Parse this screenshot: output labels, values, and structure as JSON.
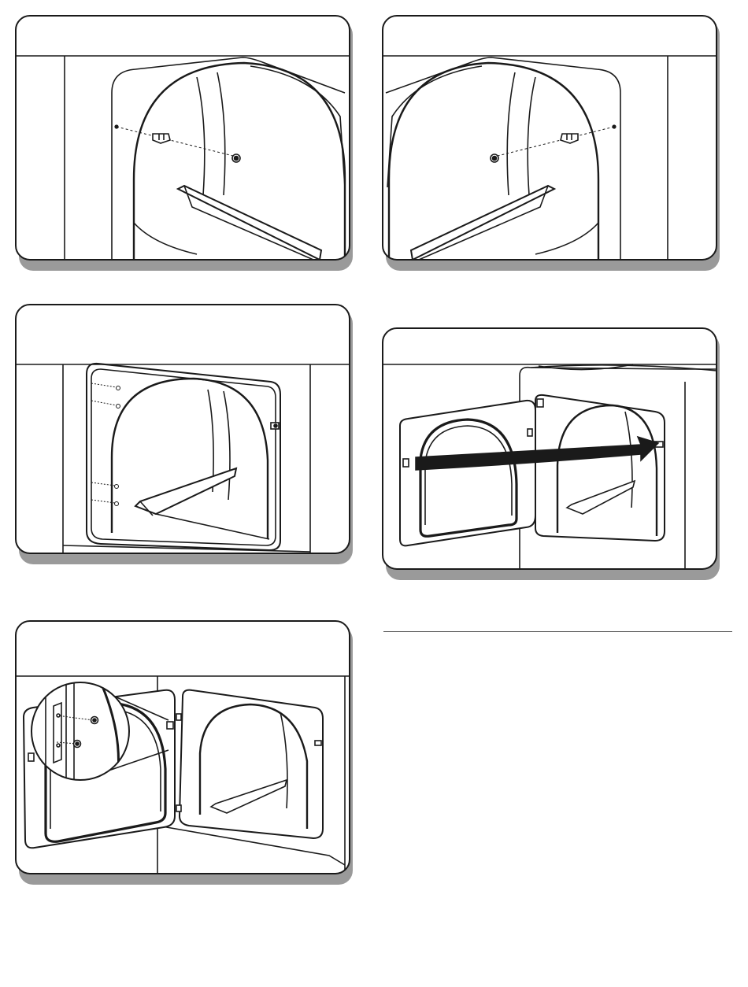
{
  "page": {
    "background": "#ffffff",
    "line_color": "#1a1a1a",
    "shadow_color": "#9a9a9a",
    "divider_color": "#555555"
  },
  "figures": [
    {
      "id": "step-1",
      "depicts": [
        "dryer-cabinet",
        "drum-opening",
        "lint-screen",
        "door-strike",
        "strike-screw"
      ]
    },
    {
      "id": "step-2",
      "depicts": [
        "dryer-cabinet",
        "drum-opening",
        "lint-screen",
        "door-strike",
        "strike-screw"
      ]
    },
    {
      "id": "step-3",
      "depicts": [
        "dryer-cabinet",
        "drum-opening",
        "hinge-screws",
        "door-strike"
      ]
    },
    {
      "id": "step-4",
      "depicts": [
        "dryer-cabinet",
        "open-door",
        "direction-arrow",
        "door-strike"
      ]
    },
    {
      "id": "step-5",
      "depicts": [
        "dryer-cabinet",
        "open-door",
        "magnifier-callout",
        "hinge-screws"
      ]
    }
  ],
  "icons": {
    "arrow": "curved-arrow-icon",
    "screw": "screw-icon",
    "strike": "door-strike-icon",
    "magnifier": "magnifier-icon"
  }
}
